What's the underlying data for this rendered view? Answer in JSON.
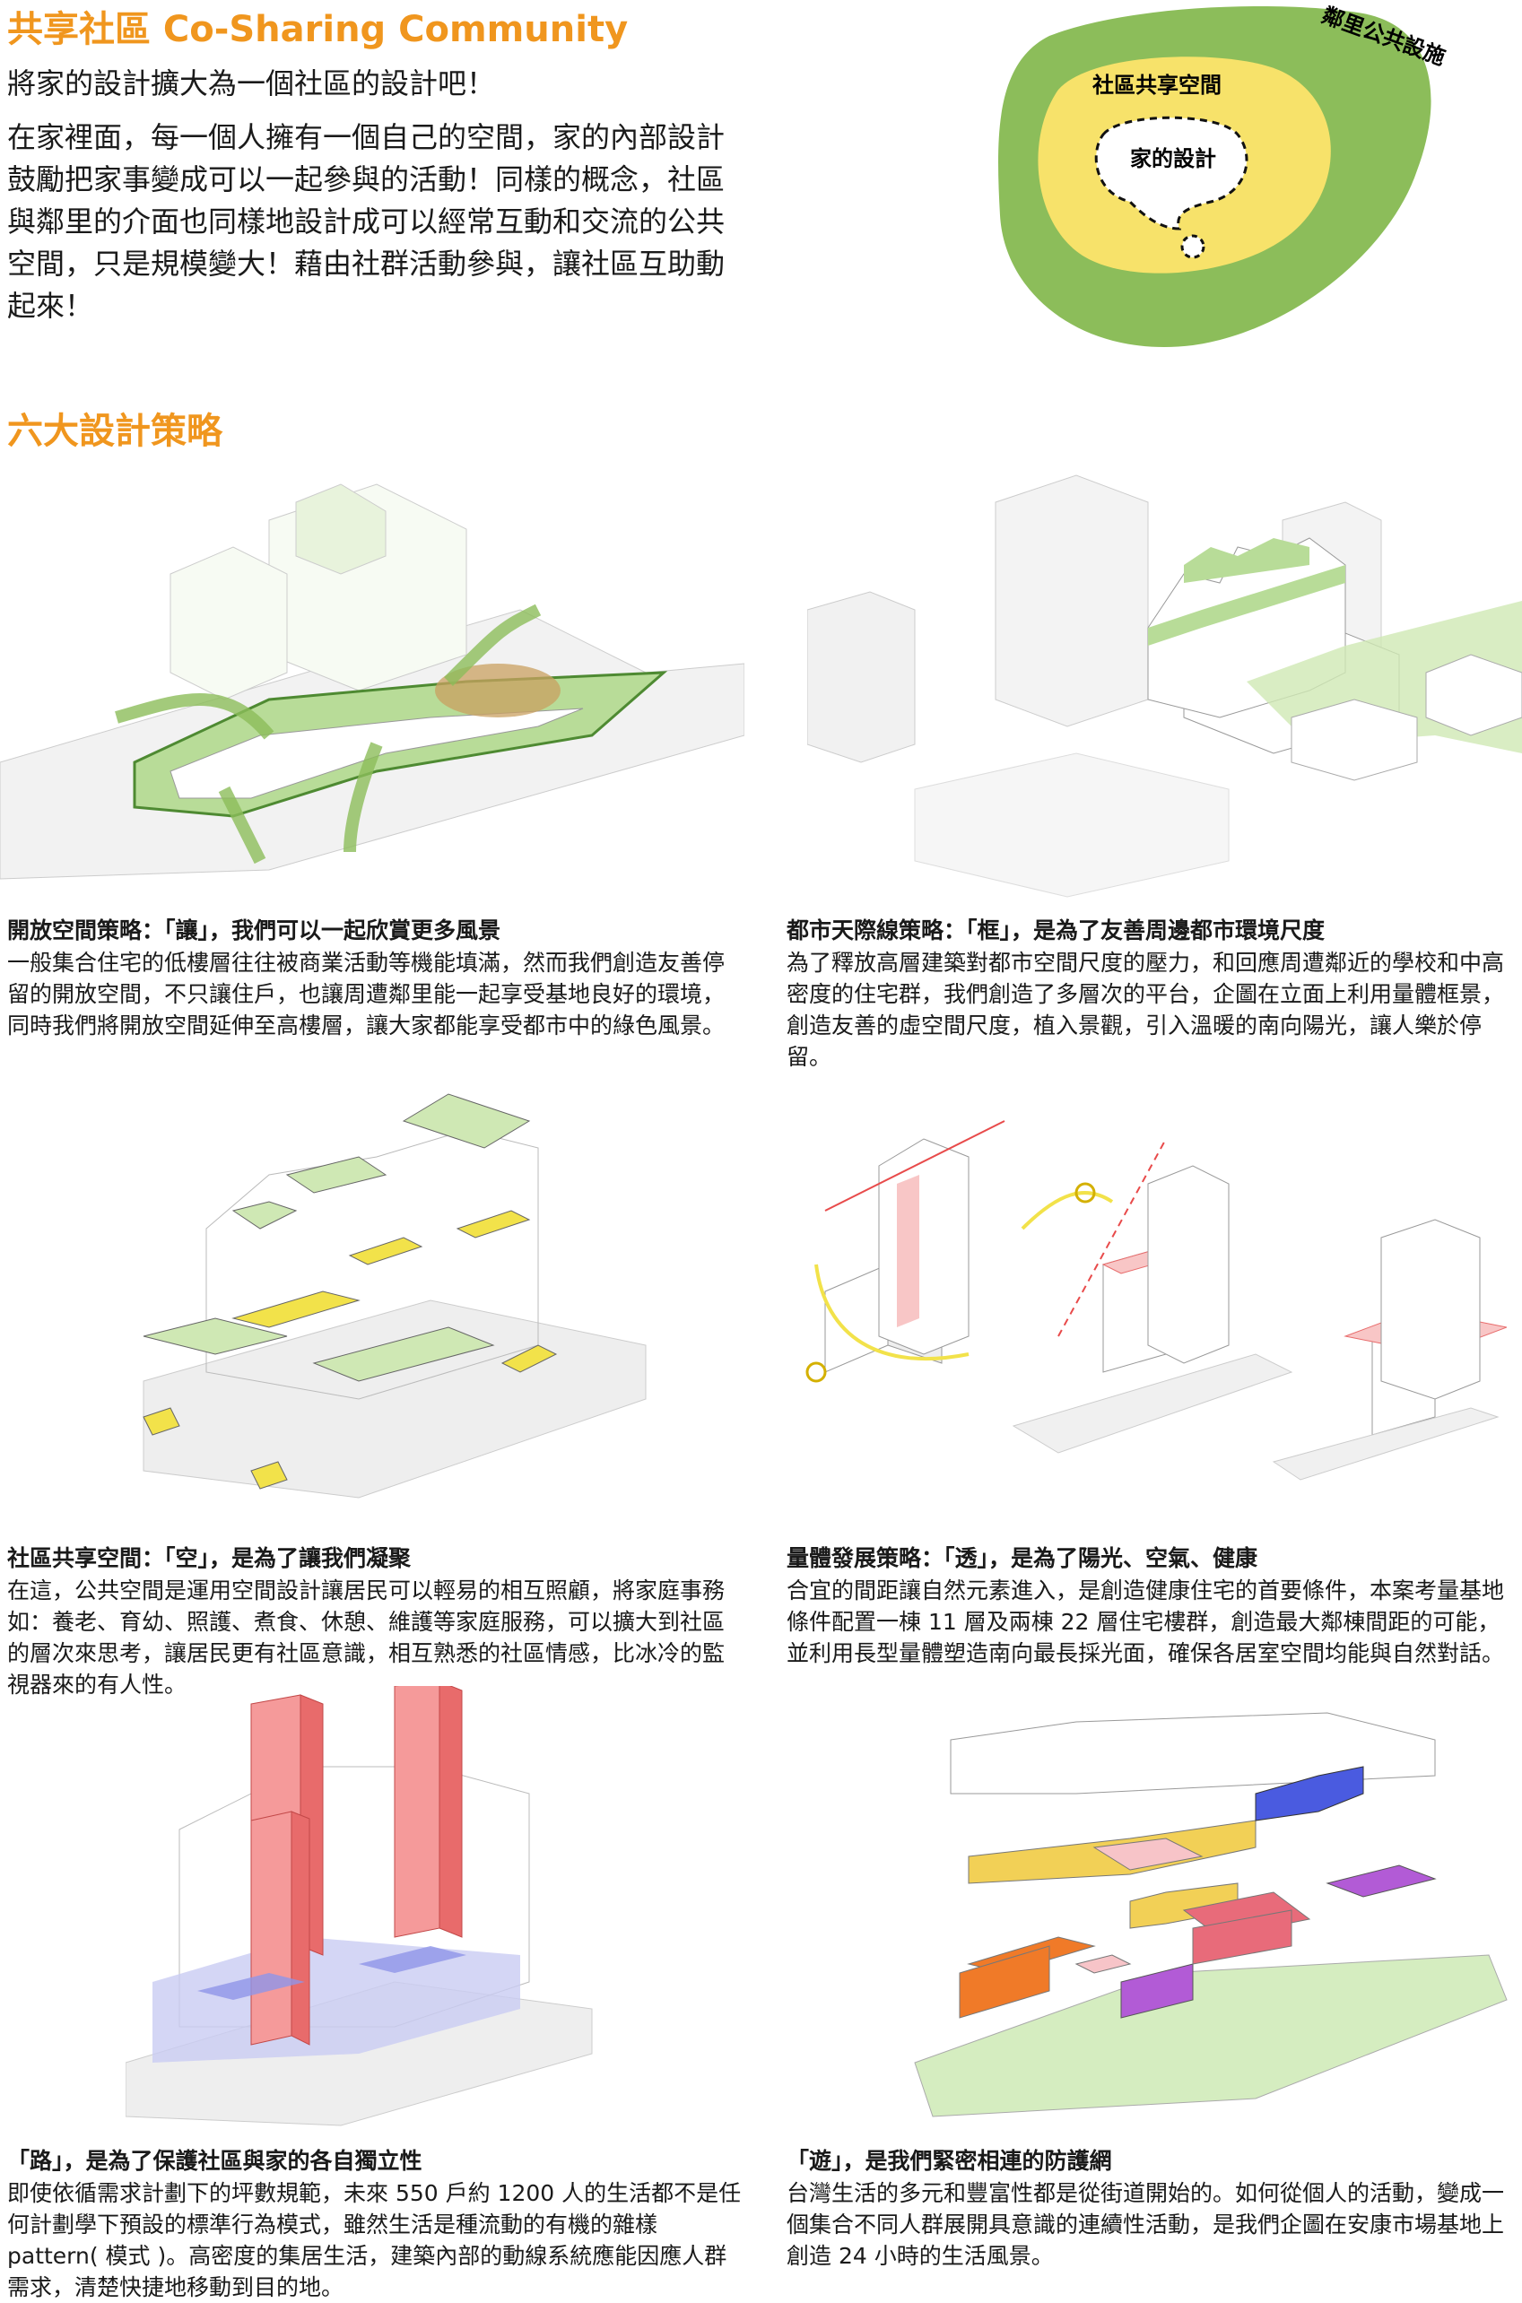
{
  "header": {
    "title": "共享社區 Co-Sharing Community",
    "subtitle": "將家的設計擴大為一個社區的設計吧！",
    "intro": "在家裡面，每一個人擁有一個自己的空間，家的內部設計鼓勵把家事變成可以一起參與的活動！同樣的概念，社區與鄰里的介面也同樣地設計成可以經常互動和交流的公共空間，只是規模變大！藉由社群活動參與，讓社區互助動起來！"
  },
  "concept_diagram": {
    "outer_label": "鄰里公共設施",
    "middle_label": "社區共享空間",
    "inner_label": "家的設計",
    "colors": {
      "outer": "#8cbd5a",
      "middle": "#f7e26a",
      "inner": "#ffffff"
    }
  },
  "strategies_heading": "六大設計策略",
  "strategies": [
    {
      "title": "開放空間策略：「讓」，我們可以一起欣賞更多風景",
      "body": "一般集合住宅的低樓層往往被商業活動等機能填滿，然而我們創造友善停留的開放空間，不只讓住戶，也讓周遭鄰里能一起享受基地良好的環境，同時我們將開放空間延伸至高樓層，讓大家都能享受都市中的綠色風景。"
    },
    {
      "title": "都市天際線策略：「框」，是為了友善周邊都市環境尺度",
      "body": "為了釋放高層建築對都市空間尺度的壓力，和回應周遭鄰近的學校和中高密度的住宅群，我們創造了多層次的平台，企圖在立面上利用量體框景，創造友善的虛空間尺度，植入景觀，引入溫暖的南向陽光，讓人樂於停留。"
    },
    {
      "title": "社區共享空間：「空」，是為了讓我們凝聚",
      "body": "在這，公共空間是運用空間設計讓居民可以輕易的相互照顧，將家庭事務如：養老、育幼、照護、煮食、休憩、維護等家庭服務，可以擴大到社區的層次來思考，讓居民更有社區意識，相互熟悉的社區情感，比冰冷的監視器來的有人性。"
    },
    {
      "title": "量體發展策略：「透」，是為了陽光、空氣、健康",
      "body": "合宜的間距讓自然元素進入，是創造健康住宅的首要條件，本案考量基地條件配置一棟 11 層及兩棟 22 層住宅樓群，創造最大鄰棟間距的可能，並利用長型量體塑造南向最長採光面，確保各居室空間均能與自然對話。"
    },
    {
      "title": "「路」，是為了保護社區與家的各自獨立性",
      "body": "即使依循需求計劃下的坪數規範，未來 550 戶約 1200 人的生活都不是任何計劃學下預設的標準行為模式，雖然生活是種流動的有機的雜樣 pattern( 模式 )。高密度的集居生活，建築內部的動線系統應能因應人群需求，清楚快捷地移動到目的地。"
    },
    {
      "title": "「遊」，是我們緊密相連的防護網",
      "body": "台灣生活的多元和豐富性都是從街道開始的。如何從個人的活動，變成一個集合不同人群展開具意識的連續性活動，是我們企圖在安康市場基地上創造 24 小時的生活風景。"
    }
  ],
  "palette": {
    "green": "#8cbd5a",
    "light_green": "#cfe8b4",
    "yellow": "#f2e24a",
    "red": "#e86b6b",
    "blue": "#8f95e8",
    "orange": "#f07a28",
    "purple": "#b25bd6",
    "accent_text": "#f0961e"
  }
}
